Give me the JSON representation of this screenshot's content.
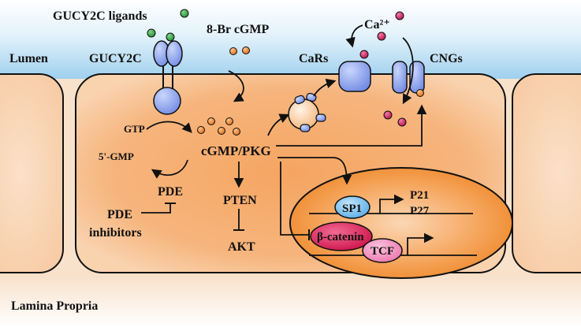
{
  "regions": {
    "lumen": "Lumen",
    "lamina_propria": "Lamina Propria"
  },
  "labels": {
    "ligands": "GUCY2C ligands",
    "receptor": "GUCY2C",
    "bromo": "8-Br cGMP",
    "cars": "CaRs",
    "cngs": "CNGs",
    "calcium": "Ca²⁺",
    "gtp": "GTP",
    "gmp": "5'-GMP",
    "cgmp_pkg": "cGMP/PKG",
    "pde": "PDE",
    "pde_inhibitors_line1": "PDE",
    "pde_inhibitors_line2": "inhibitors",
    "pten": "PTEN",
    "akt": "AKT",
    "sp1": "SP1",
    "p21": "P21",
    "p27": "P27",
    "beta_catenin": "β-catenin",
    "tcf": "TCF"
  },
  "colors": {
    "lumen_top": "#ffffff",
    "lumen_bottom": "#9fd0ee",
    "cell_edge": "#f7c79d",
    "cell_center": "#f29a4f",
    "nucleus_outer": "#f08a2e",
    "nucleus_inner": "#f9c89b",
    "receptor": "#7b95e8",
    "ligand_green": "#2fa33c",
    "cgmp_dot": "#e4761f",
    "calcium_dot": "#d21a5a",
    "sp1": "#6ab7ea",
    "beta_catenin": "#d90f55",
    "tcf": "#f07ab0"
  }
}
